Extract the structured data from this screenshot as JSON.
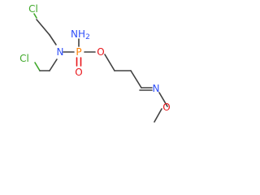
{
  "molecule": {
    "atoms": {
      "cl_top": "Cl",
      "cl_bottom": "Cl",
      "n_amine": "N",
      "p": "P",
      "nh2": "NH",
      "nh2_sub": "2",
      "o_double": "O",
      "o_ester": "O",
      "n_oxime": "N",
      "o_methoxy": "O"
    },
    "colors": {
      "bond": "#404040",
      "chlorine": "#3fa82a",
      "nitrogen": "#3050f8",
      "oxygen": "#e8161b",
      "phosphorus": "#ff8000"
    }
  }
}
